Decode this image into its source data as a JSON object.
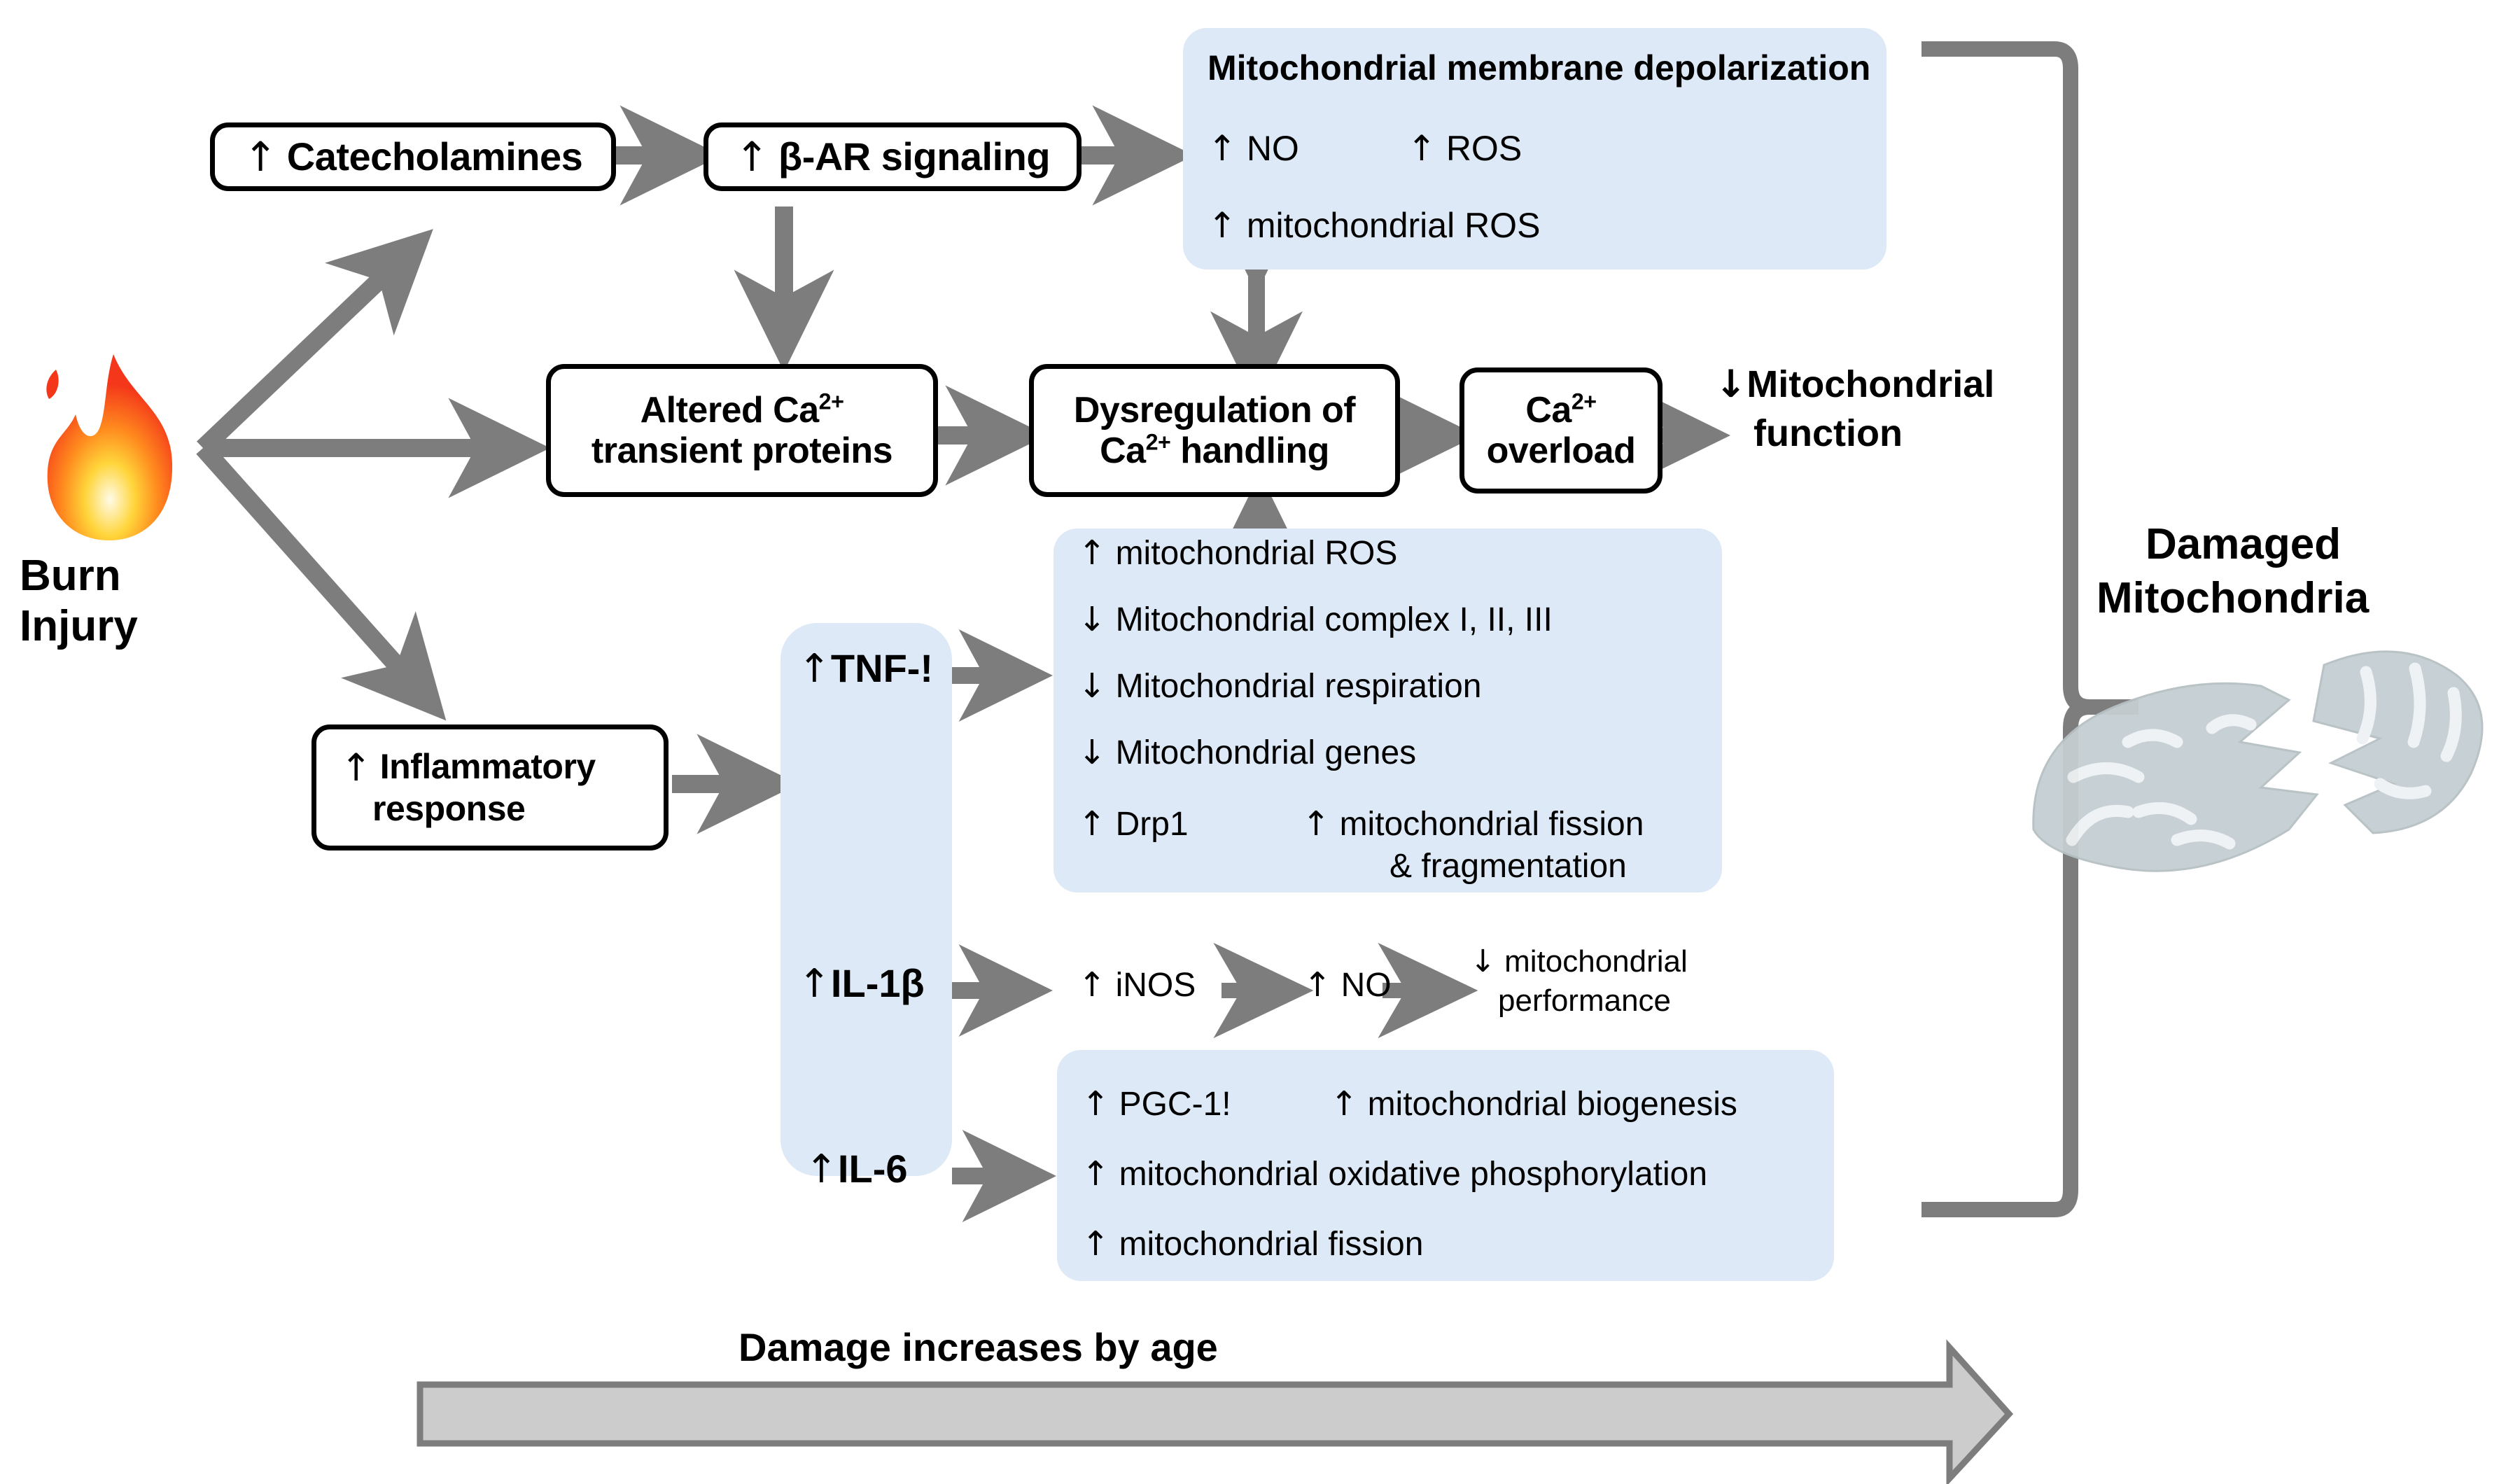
{
  "figure": {
    "title": "Burn injury mitochondrial damage pathway"
  },
  "source": {
    "label_line1": "Burn",
    "label_line2": "Injury",
    "icon": "fire-emoji"
  },
  "nodes": {
    "catecholamines": {
      "arrow": "↑",
      "label": "Catecholamines"
    },
    "bar_signaling": {
      "arrow": "↑",
      "label": "β-AR signaling"
    },
    "altered_ca": {
      "line1_pre": "Altered Ca",
      "line1_sup": "2+",
      "line2": "transient proteins"
    },
    "dysregulation": {
      "line1": "Dysregulation of",
      "line2_pre": "Ca",
      "line2_sup": "2+",
      "line2_post": " handling"
    },
    "ca_overload": {
      "line1_pre": "Ca",
      "line1_sup": "2+",
      "line2": "overload"
    },
    "inflammatory": {
      "arrow": "↑",
      "line1": "Inflammatory",
      "line2": "response"
    }
  },
  "mito_function": {
    "arrow": "↓",
    "line1": "Mitochondrial",
    "line2": "function"
  },
  "top_panel": {
    "heading": "Mitochondrial membrane depolarization",
    "row1_left_arrow": "↑",
    "row1_left": "NO",
    "row1_right_arrow": "↑",
    "row1_right": "ROS",
    "row2_arrow": "↑",
    "row2": "mitochondrial ROS"
  },
  "cytokines": {
    "tnf": {
      "arrow": "↑",
      "label": "TNF-!"
    },
    "il1b": {
      "arrow": "↑",
      "label": "IL-1β"
    },
    "il6": {
      "arrow": "↑",
      "label": "IL-6"
    }
  },
  "tnf_panel": {
    "items": [
      {
        "arrow": "↑",
        "text": "mitochondrial ROS"
      },
      {
        "arrow": "↓",
        "text": "Mitochondrial complex I, II, III"
      },
      {
        "arrow": "↓",
        "text": "Mitochondrial respiration"
      },
      {
        "arrow": "↓",
        "text": "Mitochondrial genes"
      }
    ],
    "drp1": {
      "arrow": "↑",
      "label": "Drp1"
    },
    "fission": {
      "arrow": "↑",
      "line1": "mitochondrial fission",
      "line2": "& fragmentation"
    }
  },
  "il1b_chain": {
    "inos": {
      "arrow": "↑",
      "label": "iNOS"
    },
    "no": {
      "arrow": "↑",
      "label": "NO"
    },
    "performance": {
      "arrow": "↓",
      "line1": "mitochondrial",
      "line2": "performance"
    }
  },
  "il6_panel": {
    "pgc": {
      "arrow": "↑",
      "label": "PGC-1!"
    },
    "biogenesis": {
      "arrow": "↑",
      "text": "mitochondrial biogenesis"
    },
    "items": [
      {
        "arrow": "↑",
        "text": "mitochondrial oxidative phosphorylation"
      },
      {
        "arrow": "↑",
        "text": "mitochondrial fission"
      }
    ]
  },
  "outcome": {
    "line1": "Damaged",
    "line2": "Mitochondria",
    "icon": "damaged-mitochondria-illustration"
  },
  "age_axis": {
    "label": "Damage increases by age",
    "direction": "left-to-right"
  },
  "colors": {
    "panel_blue": "#dde9f6",
    "arrow_grey": "#7d7d7d",
    "age_arrow_fill": "#cccccc",
    "age_arrow_stroke": "#7d7d7d",
    "node_border": "#000000",
    "mito_body": "#c5ced2",
    "mito_inner": "#e9eef0"
  }
}
